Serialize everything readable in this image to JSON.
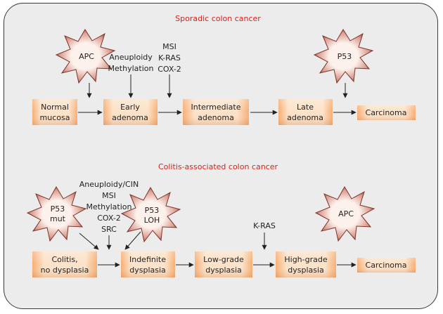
{
  "sporadic": {
    "title": "Sporadic colon cancer",
    "stages": [
      {
        "line1": "Normal",
        "line2": "mucosa"
      },
      {
        "line1": "Early",
        "line2": "adenoma"
      },
      {
        "line1": "Intermediate",
        "line2": "adenoma"
      },
      {
        "line1": "Late",
        "line2": "adenoma"
      },
      {
        "line1": "Carcinoma",
        "line2": ""
      }
    ],
    "bursts": [
      {
        "line1": "APC",
        "line2": ""
      },
      {
        "line1": "P53",
        "line2": ""
      }
    ],
    "factors": {
      "early": [
        "Aneuploidy",
        "Methylation"
      ],
      "intermediate": [
        "MSI",
        "K-RAS",
        "COX-2"
      ]
    }
  },
  "colitis": {
    "title": "Colitis-associated colon cancer",
    "stages": [
      {
        "line1": "Colitis,",
        "line2": "no dysplasia"
      },
      {
        "line1": "Indefinite",
        "line2": "dysplasia"
      },
      {
        "line1": "Low-grade",
        "line2": "dysplasia"
      },
      {
        "line1": "High-grade",
        "line2": "dysplasia"
      },
      {
        "line1": "Carcinoma",
        "line2": ""
      }
    ],
    "bursts": [
      {
        "line1": "P53",
        "line2": "mut"
      },
      {
        "line1": "P53",
        "line2": "LOH"
      },
      {
        "line1": "APC",
        "line2": ""
      }
    ],
    "factors": {
      "indefinite": [
        "Aneuploidy/CIN",
        "MSI",
        "Methylation",
        "COX-2",
        "SRC"
      ],
      "highgrade": [
        "K-RAS"
      ]
    }
  },
  "colors": {
    "box_edge": "#f6b07a",
    "box_center": "#fde4cc",
    "burst_fill_outer": "#a84a3e",
    "burst_fill_inner": "#fbe9e2",
    "title": "#d6231a",
    "panel": "#ececec"
  }
}
